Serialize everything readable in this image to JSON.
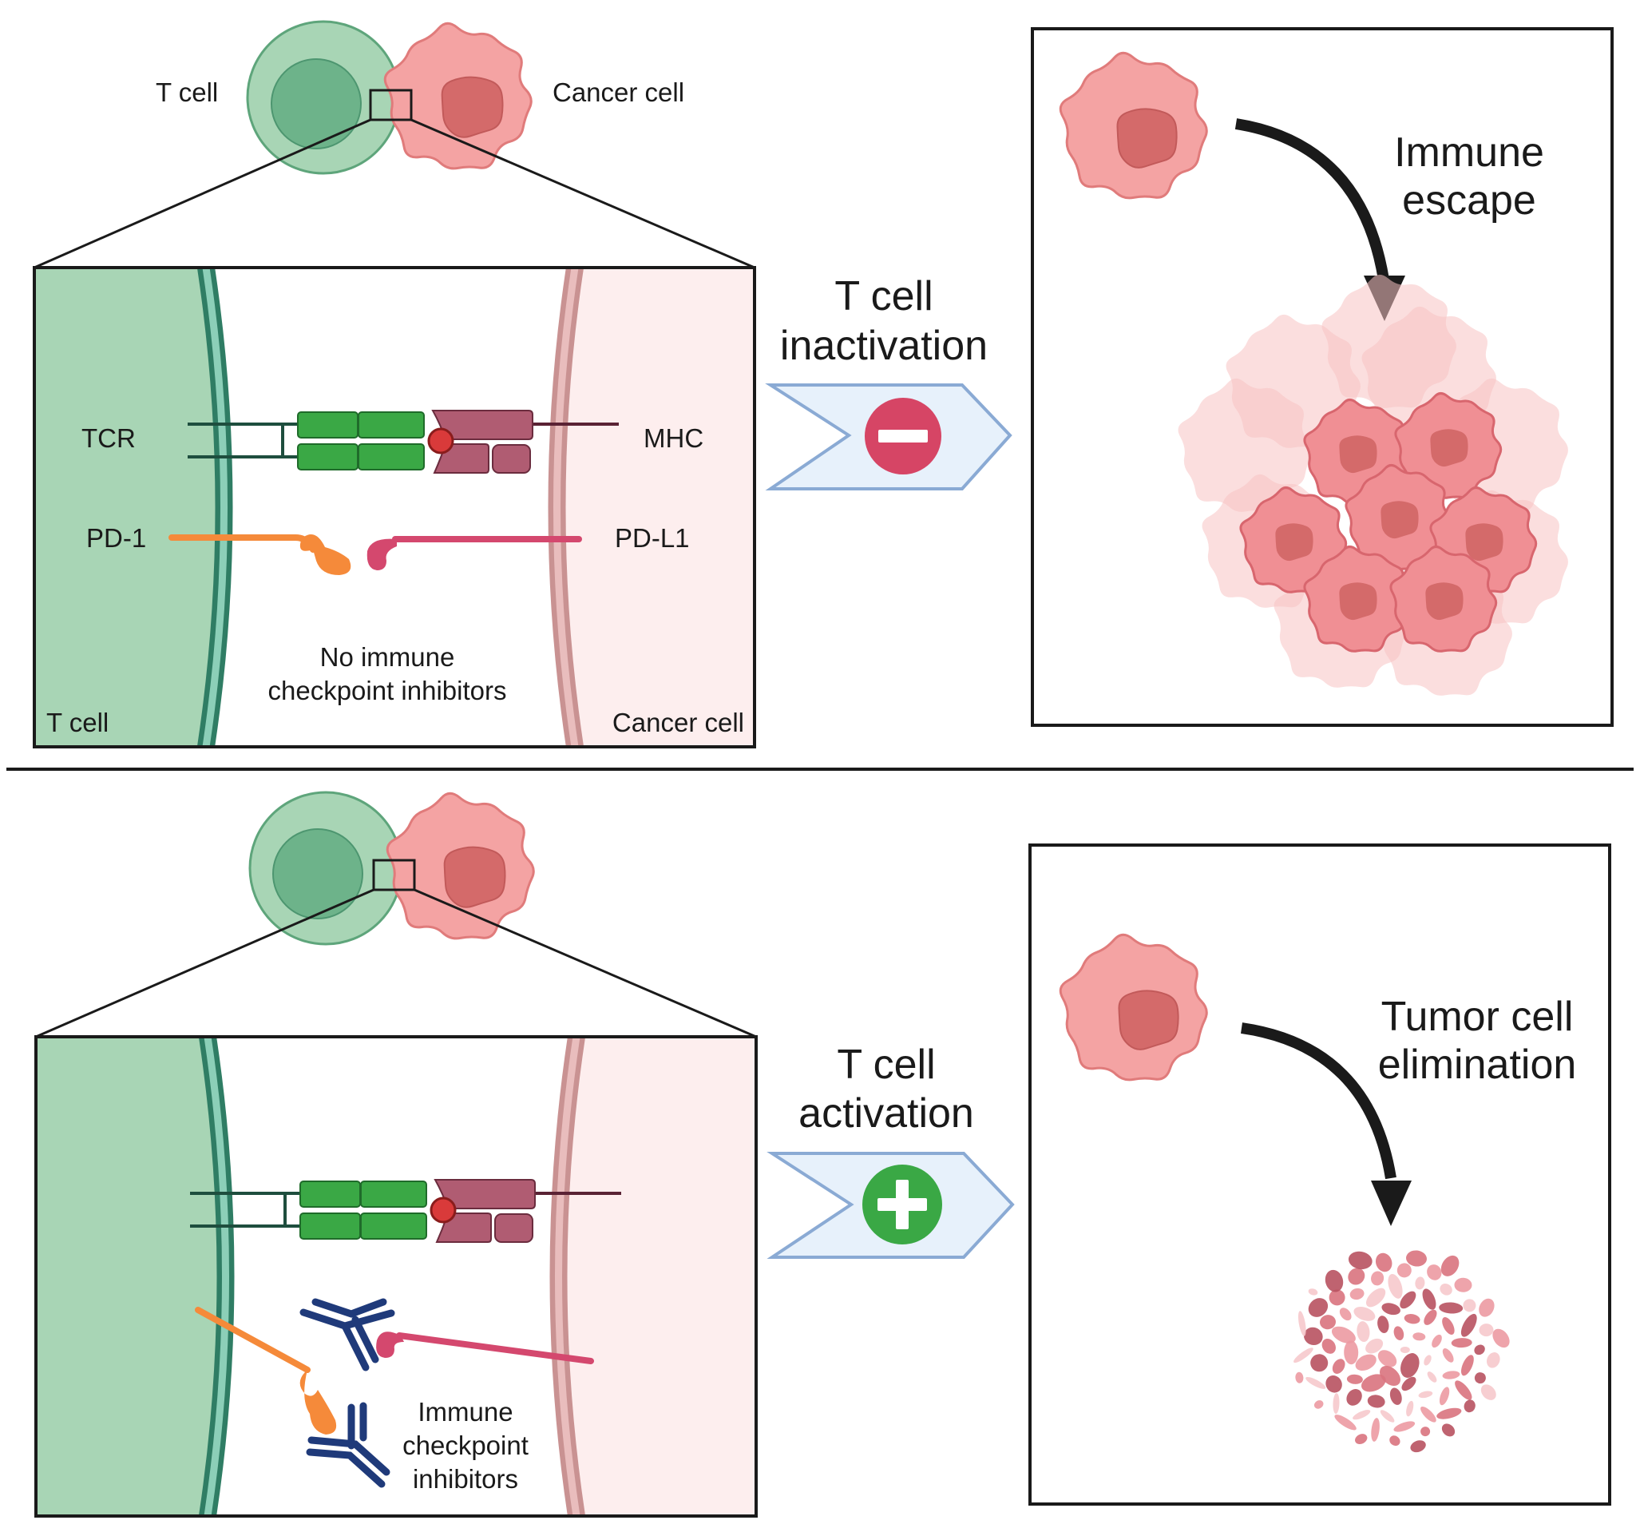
{
  "colors": {
    "tcell_fill": "#a8d5b5",
    "tcell_nucleus": "#6db38a",
    "tcell_membrane": "#2f7d64",
    "cancer_fill": "#f4a3a3",
    "cancer_nucleus": "#d46a6a",
    "cancer_bg": "#fdeeee",
    "cancer_membrane": "#c99292",
    "tcr_green": "#3aa845",
    "mhc_mauve": "#b05c72",
    "pd1_orange": "#f58a3a",
    "pdl1_pink": "#d4486e",
    "antibody_navy": "#1f3a7a",
    "chevron_fill": "#e7f1fb",
    "chevron_stroke": "#8aaad4",
    "minus_red": "#d64565",
    "plus_green": "#3aa845"
  },
  "panel_top": {
    "tcell_label": "T cell",
    "cancer_label": "Cancer cell",
    "tcr_label": "TCR",
    "mhc_label": "MHC",
    "pd1_label": "PD-1",
    "pdl1_label": "PD-L1",
    "note_line1": "No immune",
    "note_line2": "checkpoint inhibitors",
    "inner_tcell_label": "T cell",
    "inner_cancer_label": "Cancer cell",
    "arrow_line1": "T cell",
    "arrow_line2": "inactivation",
    "arrow_icon": "minus-icon",
    "outcome_line1": "Immune",
    "outcome_line2": "escape"
  },
  "panel_bottom": {
    "note_line1": "Immune",
    "note_line2": "checkpoint",
    "note_line3": "inhibitors",
    "arrow_line1": "T cell",
    "arrow_line2": "activation",
    "arrow_icon": "plus-icon",
    "outcome_line1": "Tumor cell",
    "outcome_line2": "elimination"
  }
}
